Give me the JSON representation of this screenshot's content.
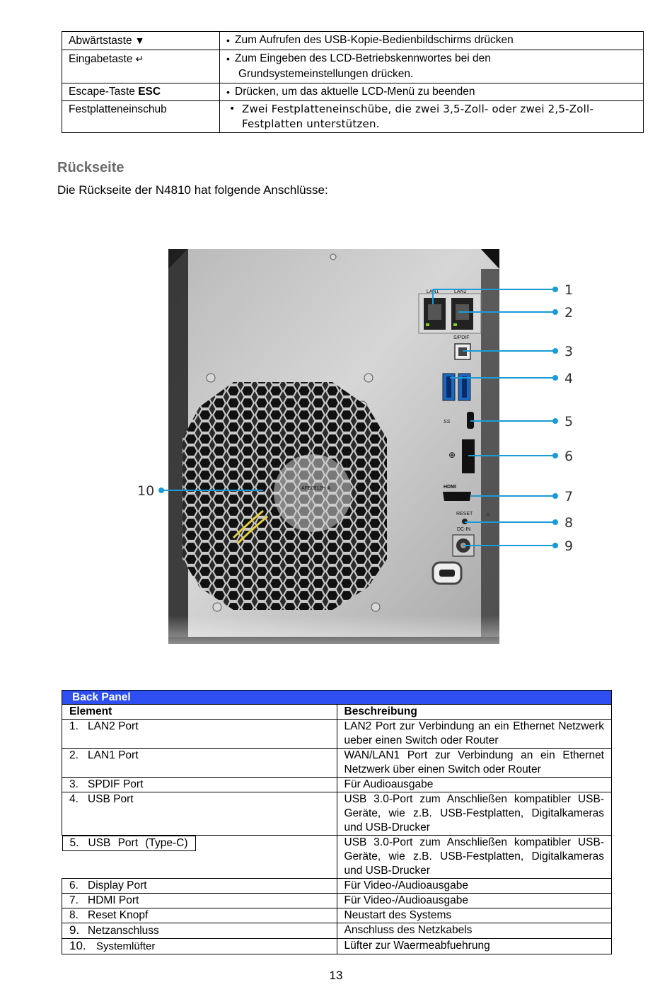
{
  "top_table": {
    "rows": [
      {
        "element": "Abwärtstaste",
        "icon": "▼",
        "desc": [
          "Zum Aufrufen des USB-Kopie-Bedienbildschirms drücken"
        ]
      },
      {
        "element": "Eingabetaste",
        "icon": "↵",
        "desc": [
          "Zum Eingeben des LCD-Betriebskennwortes bei den",
          "Grundsystemeinstellungen drücken."
        ]
      },
      {
        "element": "Escape-Taste ",
        "bold": "ESC",
        "desc": [
          "Drücken, um das aktuelle LCD-Menü zu beenden"
        ]
      },
      {
        "element": "Festplatteneinschub",
        "desc": [
          "Zwei Festplatteneinschübe, die zwei 3,5-Zoll- oder zwei 2,5-Zoll-",
          "Festplatten unterstützen."
        ]
      }
    ]
  },
  "section": {
    "title": "Rückseite",
    "intro": "Die Rückseite der N4810 hat folgende Anschlüsse:"
  },
  "device_image": {
    "port_labels": {
      "lan1": "LAN1",
      "lan2": "LAN2",
      "spdif": "S/PDIF",
      "reset": "RESET",
      "dcin": "DC-IN",
      "hdmi": "HDMI",
      "ss": "SS",
      "fan_model": "AFB0912H-A"
    },
    "callouts": [
      "1",
      "2",
      "3",
      "4",
      "5",
      "6",
      "7",
      "8",
      "9",
      "10"
    ]
  },
  "back_table": {
    "title": "Back Panel",
    "col_element": "Element",
    "col_desc": "Beschreibung",
    "rows": [
      {
        "num": "1.",
        "name": "LAN2 Port",
        "desc": "LAN2 Port zur Verbindung an ein Ethernet Netzwerk ueber einen Switch oder Router"
      },
      {
        "num": "2.",
        "name": "LAN1 Port",
        "desc": "WAN/LAN1 Port zur Verbindung an ein Ethernet Netzwerk über einen Switch oder Router"
      },
      {
        "num": "3.",
        "name": "SPDIF Port",
        "desc": "Für Audioausgabe"
      },
      {
        "num": "4.",
        "name": "USB Port",
        "desc": "USB 3.0-Port zum Anschließen kompatibler USB-Geräte, wie z.B. USB-Festplatten, Digitalkameras und USB-Drucker"
      },
      {
        "num": "5.",
        "name": "USB Port (Type-C)",
        "desc": "USB 3.0-Port zum Anschließen kompatibler USB-Geräte, wie z.B. USB-Festplatten, Digitalkameras und USB-Drucker"
      },
      {
        "num": "6.",
        "name": "Display Port",
        "desc": "Für Video-/Audioausgabe"
      },
      {
        "num": "7.",
        "name": "HDMI Port",
        "desc": "Für Video-/Audioausgabe"
      },
      {
        "num": "8.",
        "name": "Reset Knopf",
        "desc": "Neustart des Systems"
      },
      {
        "num": "9.",
        "name": "Netzanschluss",
        "desc": "Anschluss des Netzkabels"
      },
      {
        "num": "10.",
        "name": "Systemlüfter",
        "desc": "Lüfter zur Waermeabfuehrung"
      }
    ]
  },
  "page_number": "13",
  "colors": {
    "table_header": "#2d4ef0",
    "callout_line": "#1a9bd7",
    "heading": "#6b6b6b"
  }
}
